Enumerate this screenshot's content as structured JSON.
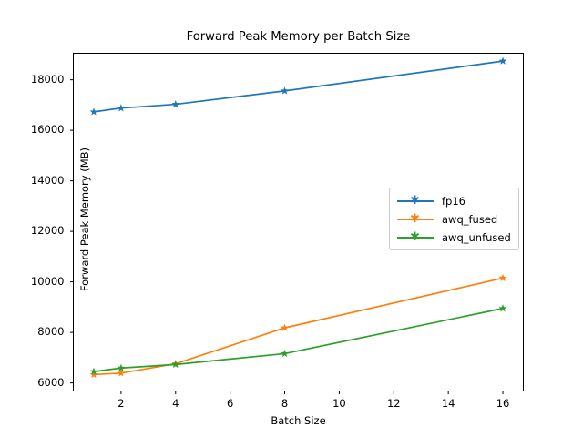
{
  "chart_data": {
    "type": "line",
    "title": "Forward Peak Memory per Batch Size",
    "xlabel": "Batch Size",
    "ylabel": "Forward Peak Memory (MB)",
    "x": [
      1,
      2,
      4,
      8,
      16
    ],
    "xlim": [
      0.25,
      16.75
    ],
    "ylim": [
      5680,
      19050
    ],
    "xticks": [
      2,
      4,
      6,
      8,
      10,
      12,
      14,
      16
    ],
    "yticks": [
      6000,
      8000,
      10000,
      12000,
      14000,
      16000,
      18000
    ],
    "grid": false,
    "legend_position": "center right",
    "marker": "star",
    "series": [
      {
        "name": "fp16",
        "color": "#1f77b4",
        "values": [
          16730,
          16880,
          17030,
          17560,
          18740
        ]
      },
      {
        "name": "awq_fused",
        "color": "#ff7f0e",
        "values": [
          6330,
          6390,
          6760,
          8180,
          10150
        ]
      },
      {
        "name": "awq_unfused",
        "color": "#2ca02c",
        "values": [
          6450,
          6590,
          6730,
          7160,
          8950
        ]
      }
    ]
  },
  "axes": {
    "spine_color": "#000000",
    "background": "#ffffff"
  }
}
